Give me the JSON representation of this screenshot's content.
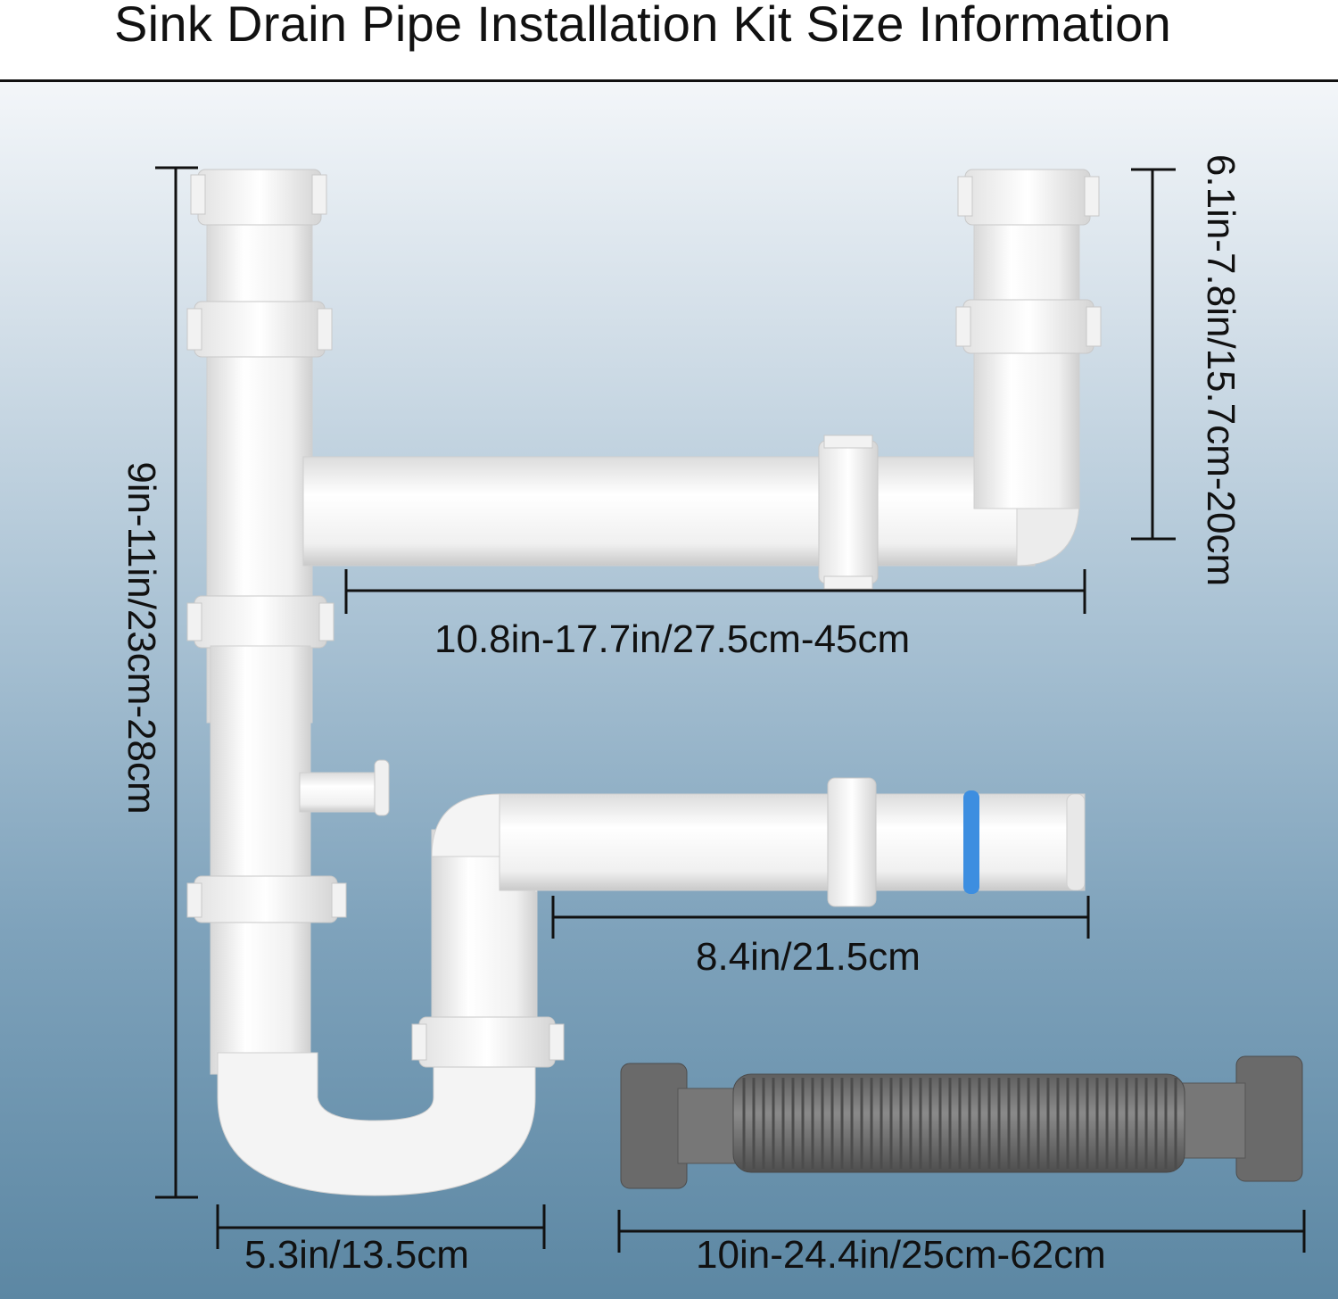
{
  "title": "Sink Drain Pipe Installation Kit Size Information",
  "dimensions": {
    "overall_height": "9in-11in/23cm-28cm",
    "side_height": "6.1in-7.8in/15.7cm-20cm",
    "top_arm_length": "10.8in-17.7in/27.5cm-45cm",
    "outlet_length": "8.4in/21.5cm",
    "trap_width": "5.3in/13.5cm",
    "flex_hose_length": "10in-24.4in/25cm-62cm"
  },
  "colors": {
    "pipe": "#f7f7f7",
    "pipe_shadow": "#dcdcdc",
    "hose": "#6e6e6e",
    "seal_ring": "#3d8ee0",
    "dimension_line": "#111111"
  }
}
